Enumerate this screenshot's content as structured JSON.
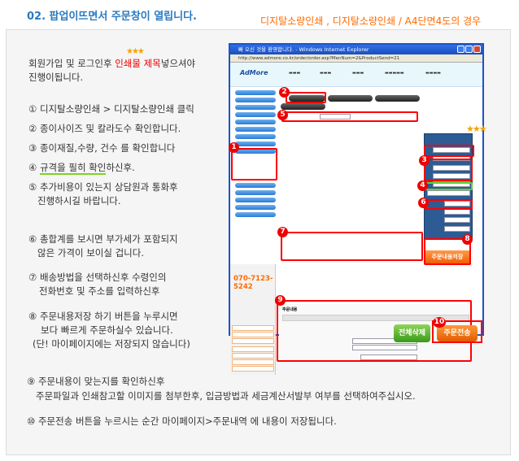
{
  "header": {
    "title": "02. 팝업이뜨면서 주문창이 열립니다.",
    "subtitle": "디지탈소량인쇄 , 디지탈소량인쇄 / A4단면4도의 경우"
  },
  "intro": {
    "line1_a": "회원가입 및 로그인후 ",
    "line1_highlight": "인쇄물 제목",
    "line1_b": "넣으셔야",
    "line2": "진행이됩니다.",
    "stars": "★★★"
  },
  "steps": [
    {
      "lines": [
        "① 디지탈소량인쇄 > 디지탈소량인쇄 클릭"
      ]
    },
    {
      "lines": [
        "② 종이사이즈 및 칼라도수 확인합니다."
      ]
    },
    {
      "lines": [
        "③ 종이재질,수량, 건수 를 확인합니다"
      ]
    },
    {
      "underlined": "규격을 필히 확인",
      "prefix": "④ ",
      "suffix": "하신후."
    },
    {
      "lines": [
        "⑤ 추가비용이 있는지 상담원과 통화후",
        "진행하시길 바랍니다."
      ]
    },
    {
      "lines": [
        "⑥ 총합계를 보시면 부가세가 포함되지",
        "않은 가격이 보이실 겁니다."
      ]
    },
    {
      "lines": [
        "⑦ 배송방법을 선택하신후 수령인의",
        "전화번호 및 주소를 입력하신후"
      ]
    },
    {
      "lines": [
        "⑧ 주문내용저장 하기 버튼을 누루시면",
        "보다 빠르게 주문하실수 있습니다.",
        "(단! 마이페이지에는 저장되지 않습니다)"
      ]
    },
    {
      "lines": [
        "⑨ 주문내용이 맞는지를 확인하신후",
        "주문파일과 인쇄참고할 이미지를 첨부한후, 입금방법과 세금계산서발부 여부를 선택하여주십시오."
      ]
    },
    {
      "lines": [
        "⑩ 주문전송 버튼을 누르시는 순간 마이페이지>주문내역 에 내용이 저장됩니다."
      ]
    }
  ],
  "screenshot": {
    "window_title": "빠 오신 것을 환영합니다. - Windows Internet Explorer",
    "url": "http://www.admore.co.kr/order/order.asp?MenNum=2&ProductSend=21",
    "logo": "AdMore",
    "phone": "070-7123-5242",
    "order_section": "주문내용",
    "save_button": "주문내용저장",
    "delete_all_button": "전체삭제",
    "send_button": "주문전송",
    "badges": [
      "1",
      "2",
      "3",
      "4",
      "5",
      "6",
      "7",
      "8",
      "9",
      "10"
    ]
  }
}
